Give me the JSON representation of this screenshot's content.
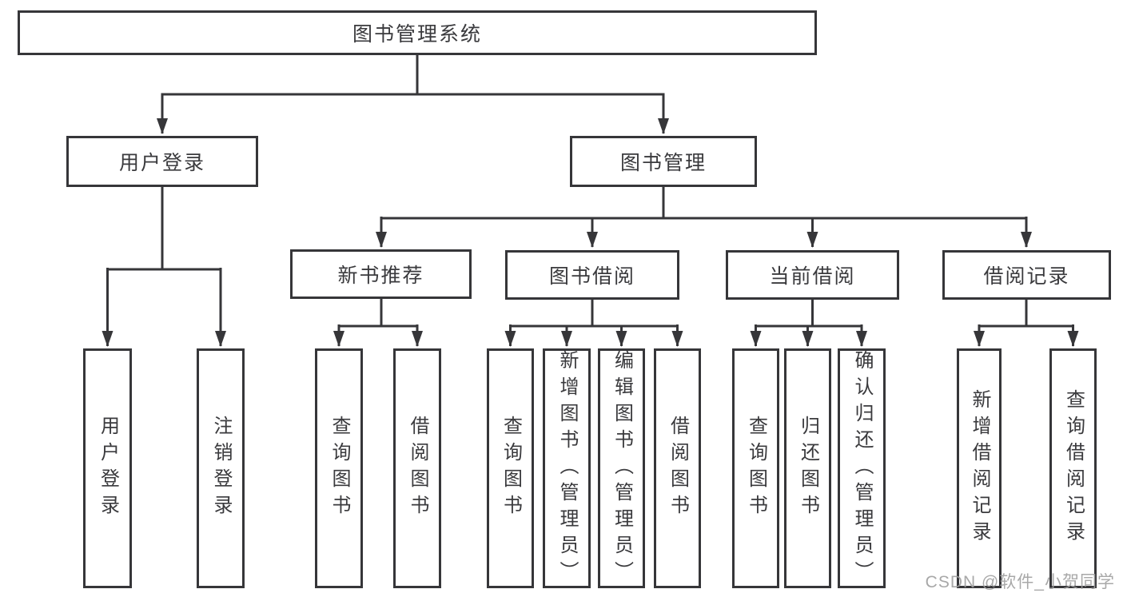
{
  "diagram_title": "图书管理系统",
  "tree": {
    "label": "图书管理系统",
    "children": [
      {
        "label": "用户登录",
        "children": [
          {
            "label": "用户登录"
          },
          {
            "label": "注销登录"
          }
        ]
      },
      {
        "label": "图书管理",
        "children": [
          {
            "label": "新书推荐",
            "children": [
              {
                "label": "查询图书"
              },
              {
                "label": "借阅图书"
              }
            ]
          },
          {
            "label": "图书借阅",
            "children": [
              {
                "label": "查询图书"
              },
              {
                "label": "新增图书（管理员）"
              },
              {
                "label": "编辑图书（管理员）"
              },
              {
                "label": "借阅图书"
              }
            ]
          },
          {
            "label": "当前借阅",
            "children": [
              {
                "label": "查询图书"
              },
              {
                "label": "归还图书"
              },
              {
                "label": "确认归还（管理员）"
              }
            ]
          },
          {
            "label": "借阅记录",
            "children": [
              {
                "label": "新增借阅记录"
              },
              {
                "label": "查询借阅记录"
              }
            ]
          }
        ]
      }
    ]
  },
  "watermark": {
    "text": "CSDN @软件_小贺同学"
  },
  "colors": {
    "line": "#363639",
    "text": "#3A3A3D",
    "watermark": "#9E9E9E",
    "background": "#FFFFFF"
  }
}
